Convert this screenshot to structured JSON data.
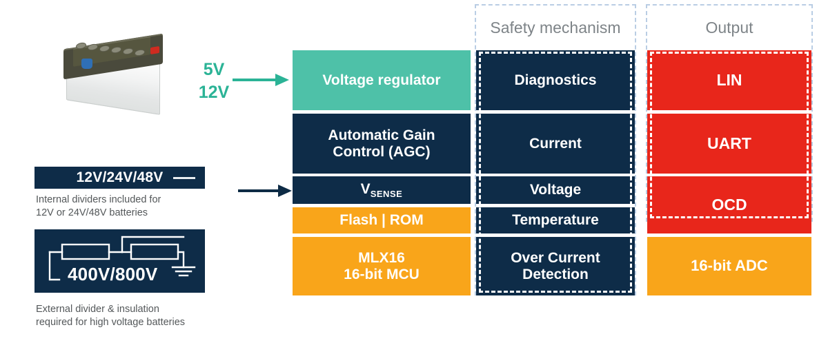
{
  "left_panel": {
    "battery_icon": "car-battery-image",
    "voltage_supply": {
      "line1": "5V",
      "line2": "12V",
      "color": "#2bb396"
    },
    "internal_divider": {
      "badge": "12V/24V/48V",
      "caption_line1": "Internal dividers included for",
      "caption_line2": "12V or 24V/48V batteries"
    },
    "external_divider": {
      "badge": "400V/800V",
      "caption_line1": "External divider & insulation",
      "caption_line2": "required for high voltage batteries"
    },
    "arrows": [
      {
        "name": "supply-arrow",
        "color": "#2bb396"
      },
      {
        "name": "sense-arrow",
        "color": "#0d2b45"
      }
    ]
  },
  "columns": {
    "device": {
      "header": "",
      "blocks": [
        {
          "label": "Voltage regulator",
          "color": "#4ec1a8",
          "size": "large"
        },
        {
          "label": "Automatic Gain\nControl (AGC)",
          "line1": "Automatic Gain",
          "line2": "Control (AGC)",
          "color": "#0e2c48"
        },
        {
          "label": "VSENSE",
          "main": "V",
          "sub": "SENSE",
          "color": "#0e2c48"
        },
        {
          "label": "Flash | ROM",
          "color": "#f9a51a"
        },
        {
          "label": "MLX16 16-bit MCU",
          "line1": "MLX16",
          "line2": "16-bit MCU",
          "color": "#f9a51a"
        }
      ]
    },
    "safety": {
      "header": "Safety mechanism",
      "header_color": "#7e8488",
      "dash_color": "#b9cde4",
      "blocks": [
        {
          "label": "Diagnostics",
          "color": "#0e2c48"
        },
        {
          "label": "Current",
          "color": "#0e2c48"
        },
        {
          "label": "Voltage",
          "color": "#0e2c48"
        },
        {
          "label": "Temperature",
          "color": "#0e2c48"
        },
        {
          "label": "Over Current Detection",
          "line1": "Over Current",
          "line2": "Detection",
          "color": "#0e2c48"
        }
      ]
    },
    "output": {
      "header": "Output",
      "header_color": "#7e8488",
      "dash_color": "#b9cde4",
      "blocks": [
        {
          "label": "LIN",
          "color": "#e8261b"
        },
        {
          "label": "UART",
          "color": "#e8261b"
        },
        {
          "label": "OCD",
          "color": "#e8261b"
        },
        {
          "label": "16-bit ADC",
          "color": "#f9a51a"
        }
      ]
    }
  }
}
